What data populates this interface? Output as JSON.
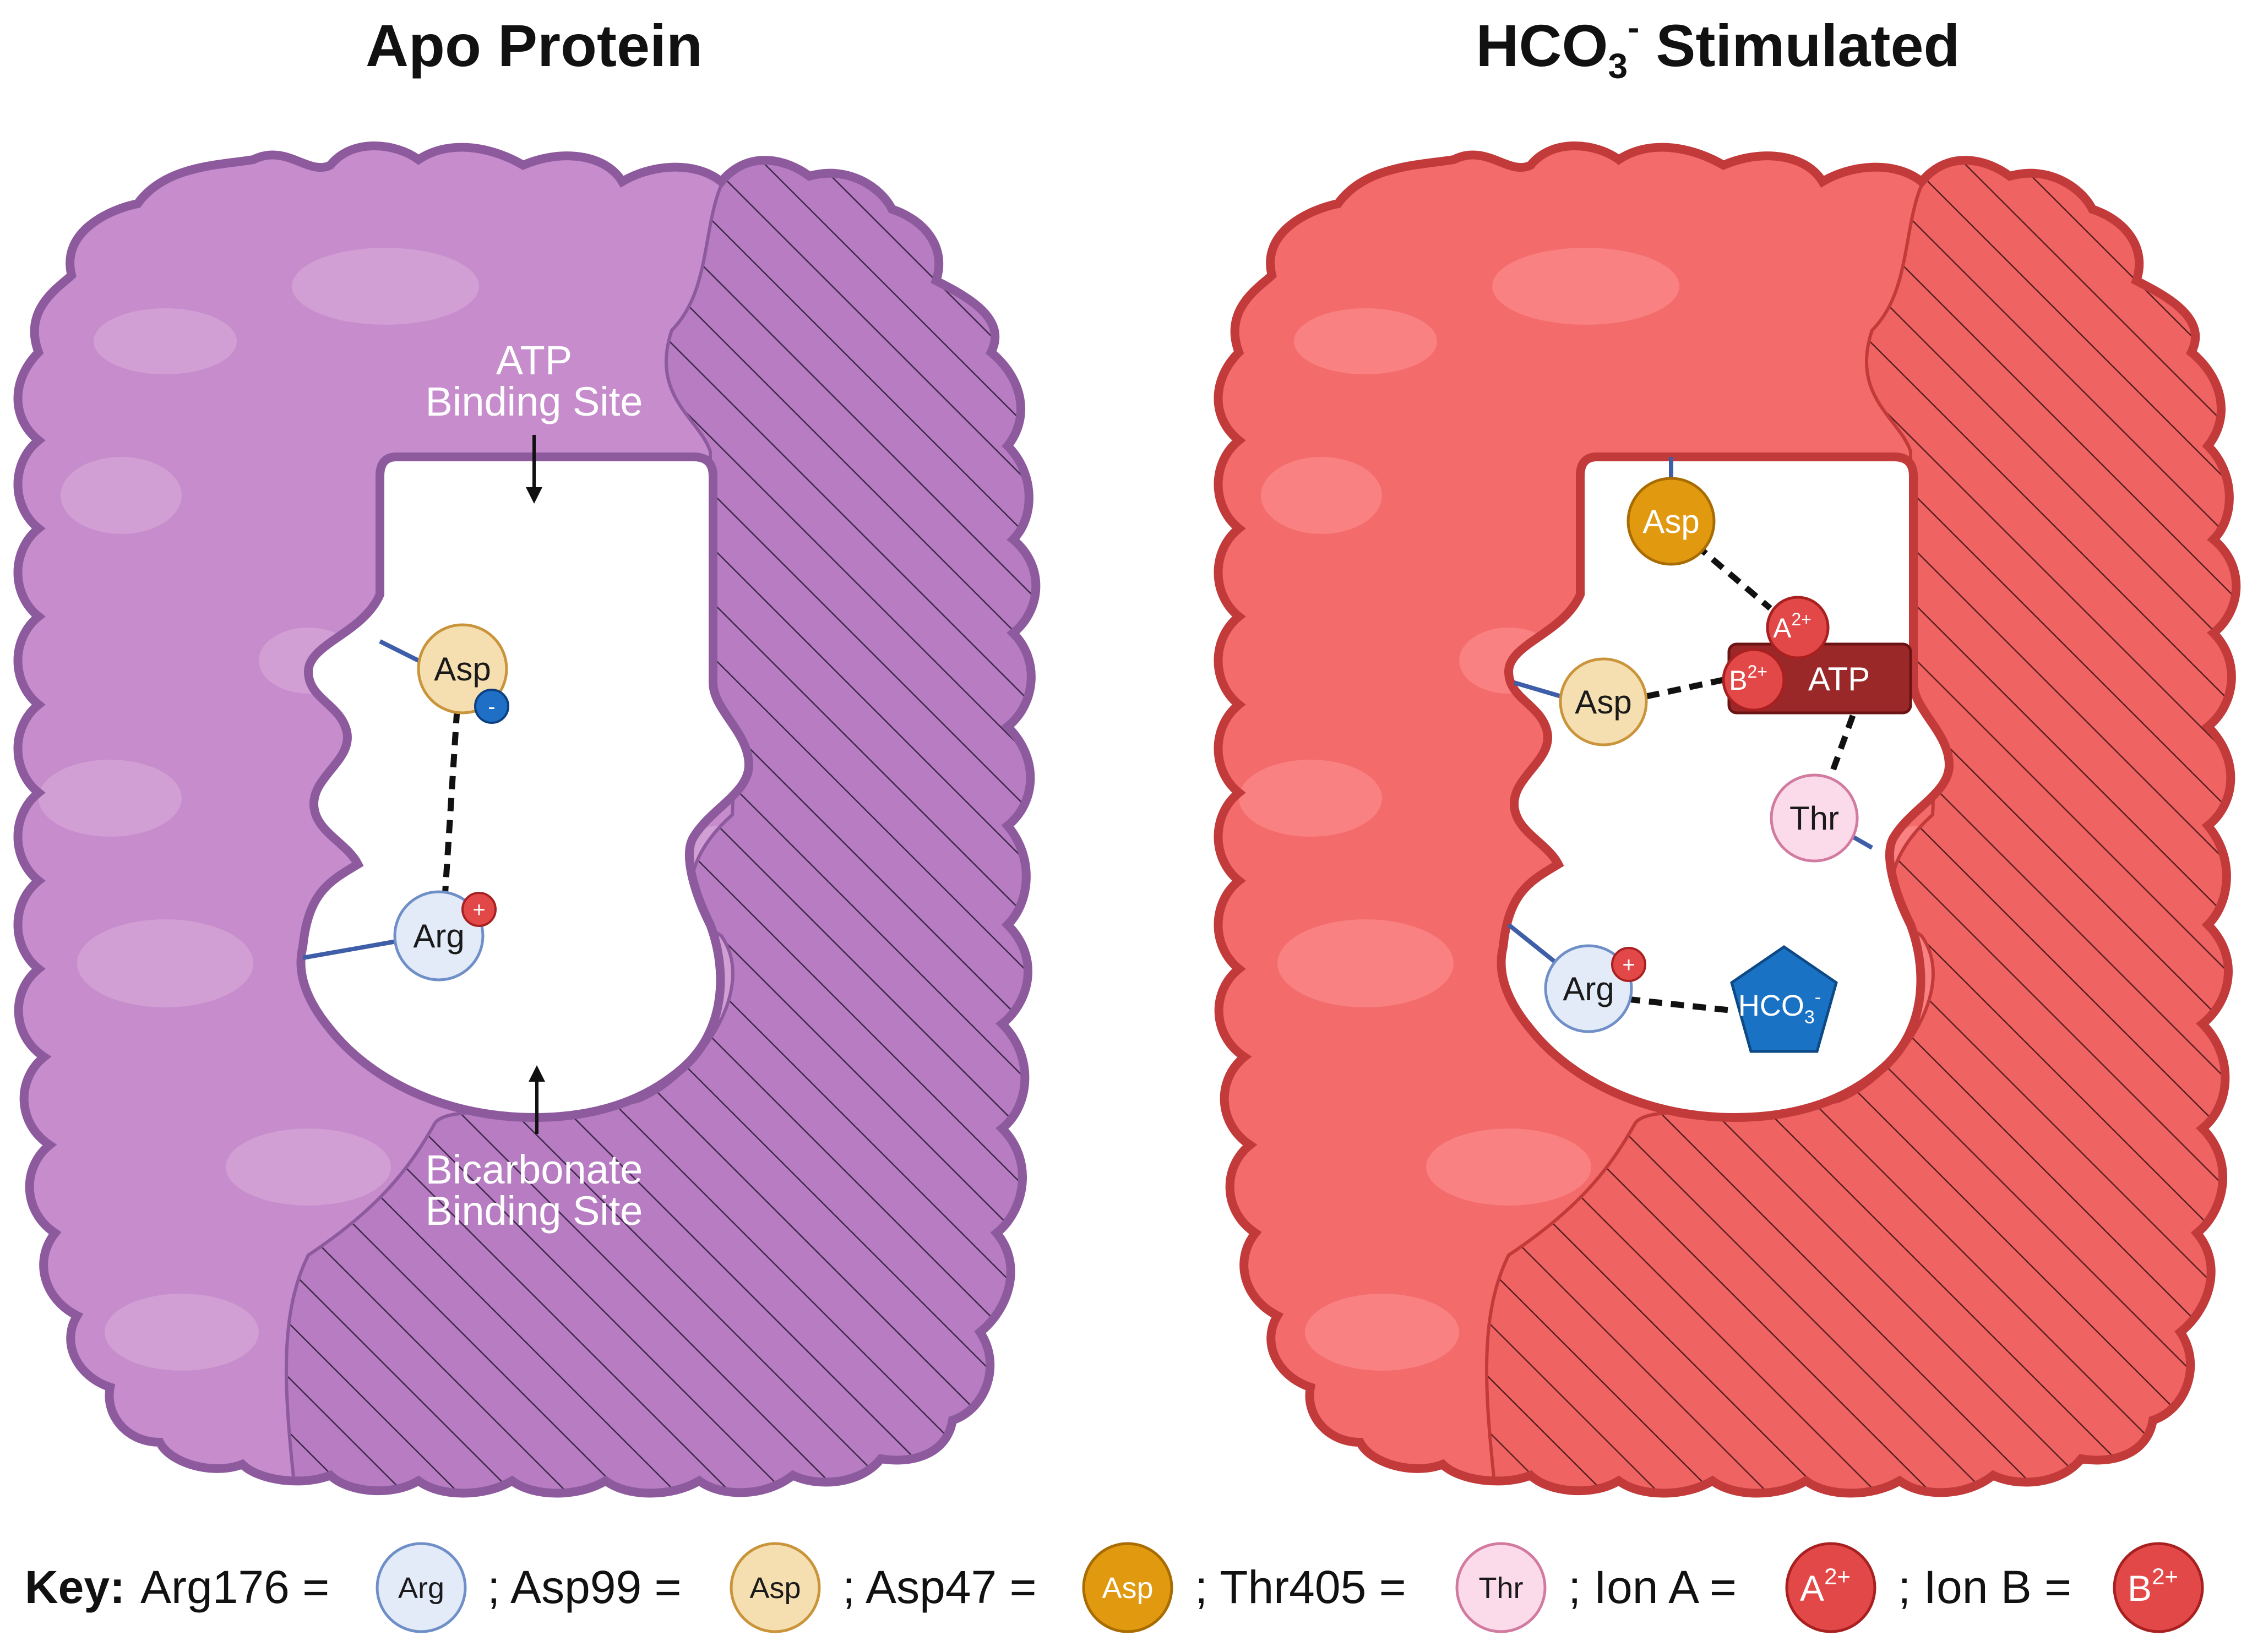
{
  "panels": {
    "apo": {
      "title": "Apo Protein",
      "atp_site_label": [
        "ATP",
        "Binding Site"
      ],
      "bicarb_site_label": [
        "Bicarbonate",
        "Binding Site"
      ],
      "residues": {
        "asp": "Asp",
        "arg": "Arg"
      },
      "charges": {
        "neg": "-",
        "pos": "+"
      },
      "colors": {
        "fill": "#c68ccc",
        "stroke": "#8e5a9e",
        "hatch_fill": "#b57fc0"
      }
    },
    "stimulated": {
      "title_main": "HCO",
      "title_sub": "3",
      "title_sup": "-",
      "title_rest": " Stimulated",
      "residues": {
        "asp47": "Asp",
        "asp99": "Asp",
        "thr": "Thr",
        "arg": "Arg"
      },
      "ion_a": {
        "letter": "A",
        "charge": "2+"
      },
      "ion_b": {
        "letter": "B",
        "charge": "2+"
      },
      "atp": "ATP",
      "hco3": {
        "main": "HCO",
        "sub": "3",
        "sup": "-"
      },
      "charges": {
        "pos": "+"
      },
      "colors": {
        "fill": "#f46b6b",
        "stroke": "#c23a3a",
        "hatch_fill": "#ee6060"
      }
    }
  },
  "key": {
    "label": "Key:",
    "items": [
      {
        "text": "Arg176 =",
        "badge": "Arg",
        "color": "#e3ebf8",
        "stroke": "#6f8fc8"
      },
      {
        "text": "; Asp99 =",
        "badge": "Asp",
        "color": "#f5deb0",
        "stroke": "#c9943a"
      },
      {
        "text": "; Asp47 =",
        "badge": "Asp",
        "color": "#e19a10",
        "stroke": "#a86c00"
      },
      {
        "text": "; Thr405 =",
        "badge": "Thr",
        "color": "#fbdbe9",
        "stroke": "#d27aa0"
      },
      {
        "text": "; Ion A =",
        "badge": "A",
        "badge_sup": "2+",
        "color": "#e24848",
        "stroke": "#a82020"
      },
      {
        "text": "; Ion B =",
        "badge": "B",
        "badge_sup": "2+",
        "color": "#e24848",
        "stroke": "#a82020"
      }
    ]
  }
}
